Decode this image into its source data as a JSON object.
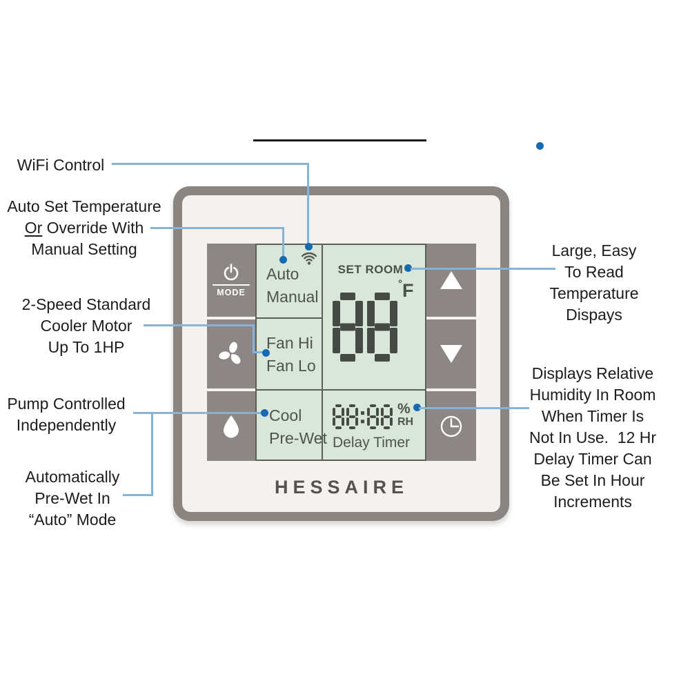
{
  "colors": {
    "callout_line": "#85b4d8",
    "callout_dot": "#1769b0",
    "device_frame": "#8a8581",
    "device_face": "#f4f1ef",
    "button_gray": "#8c8784",
    "display_background": "#d9e6da",
    "display_border": "#5c6054",
    "display_text": "#4e544c",
    "segment_color": "#454b44",
    "annotation_text": "#1c1c1c"
  },
  "annotations": {
    "left": [
      {
        "id": "wifi-control",
        "lines": [
          "WiFi Control"
        ]
      },
      {
        "id": "auto-set",
        "line1": "Auto Set Temperature",
        "or_word": "Or",
        "or_rest": " Override With",
        "line3": "Manual Setting"
      },
      {
        "id": "two-speed",
        "lines": [
          "2-Speed Standard",
          "Cooler Motor",
          "Up To 1HP"
        ]
      },
      {
        "id": "pump",
        "lines": [
          "Pump Controlled",
          "Independently"
        ]
      },
      {
        "id": "prewet",
        "lines": [
          "Automatically",
          "Pre-Wet In",
          "“Auto” Mode"
        ]
      }
    ],
    "right": [
      {
        "id": "temperature-display",
        "lines": [
          "Large, Easy",
          "To Read",
          "Temperature",
          "Dispays"
        ]
      },
      {
        "id": "humidity-timer",
        "lines": [
          "Displays Relative",
          "Humidity In Room",
          "When Timer Is",
          "Not In Use.  12 Hr",
          "Delay Timer Can",
          "Be Set In Hour",
          "Increments"
        ]
      }
    ]
  },
  "device": {
    "brand": "HESSAIRE",
    "buttons": {
      "mode": {
        "icon": "power-icon",
        "label": "MODE"
      },
      "fan": {
        "icon": "fan-icon"
      },
      "pump": {
        "icon": "water-drop-icon"
      },
      "temp_up": {
        "icon": "up-arrow-icon"
      },
      "temp_down": {
        "icon": "down-arrow-icon"
      },
      "timer": {
        "icon": "clock-timer-icon"
      }
    },
    "display": {
      "wifi": {
        "icon": "wifi-icon"
      },
      "mode_options": [
        "Auto",
        "Manual"
      ],
      "fan_options": [
        "Fan Hi",
        "Fan Lo"
      ],
      "cool_options": [
        "Cool",
        "Pre-Wet"
      ],
      "set_room_label": "SET ROOM",
      "temperature_value": "88",
      "degree_symbol": "°",
      "temperature_unit": "F",
      "timer_value": "88:88",
      "percent_label": "%",
      "rh_label": "RH",
      "delay_timer_label": "Delay Timer"
    }
  }
}
